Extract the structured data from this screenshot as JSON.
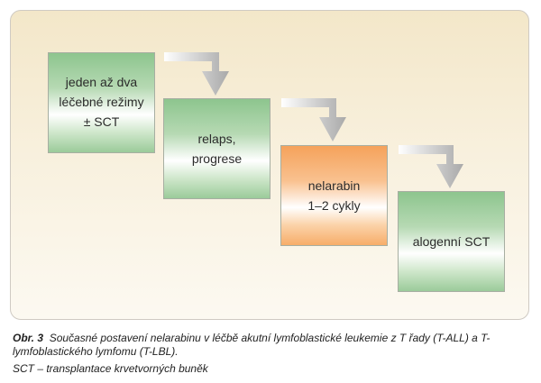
{
  "diagram": {
    "boxes": [
      {
        "label": "jeden až dva\nléčebné režimy\n± SCT",
        "color": "green"
      },
      {
        "label": "relaps,\nprogrese",
        "color": "green"
      },
      {
        "label": "nelarabin\n1–2 cykly",
        "color": "orange"
      },
      {
        "label": "alogenní SCT",
        "color": "green"
      }
    ],
    "colors": {
      "panel_top": "#f3e7c9",
      "green": "#8dc58e",
      "orange": "#f5a25b",
      "arrow": "#b3b3b3"
    }
  },
  "caption": {
    "figure_label": "Obr. 3",
    "text": "Současné postavení nelarabinu v léčbě akutní lymfoblastické leukemie z T řady (T-ALL) a T-lymfoblastického lymfomu (T-LBL).",
    "abbreviation_note": "SCT – transplantace krvetvorných buněk"
  }
}
